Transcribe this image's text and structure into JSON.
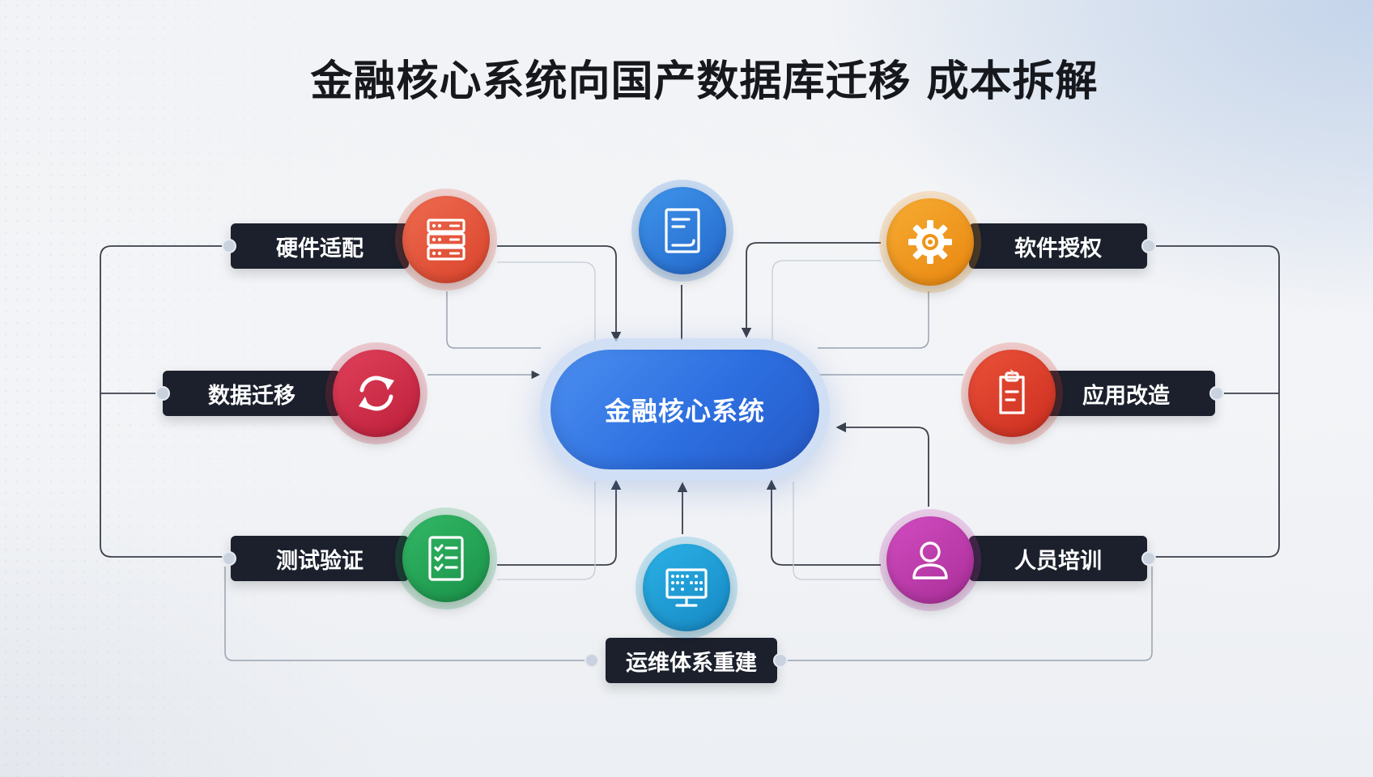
{
  "title": "金融核心系统向国产数据库迁移 成本拆解",
  "hub": {
    "label": "金融核心系统"
  },
  "nodes": {
    "hardware": {
      "label": "硬件适配",
      "icon": "server-rack-icon",
      "color": "#e4523a"
    },
    "document": {
      "label": "",
      "icon": "document-icon",
      "color": "#2f7fdc"
    },
    "license": {
      "label": "软件授权",
      "icon": "gear-icon",
      "color": "#f0981c"
    },
    "migration": {
      "label": "数据迁移",
      "icon": "sync-icon",
      "color": "#cf2a45"
    },
    "app": {
      "label": "应用改造",
      "icon": "clipboard-icon",
      "color": "#dd3c2c"
    },
    "testing": {
      "label": "测试验证",
      "icon": "checklist-icon",
      "color": "#23a455"
    },
    "monitor": {
      "label": "",
      "icon": "monitor-dashboard-icon",
      "color": "#1c9fd8"
    },
    "training": {
      "label": "人员培训",
      "icon": "person-icon",
      "color": "#c33cb0"
    },
    "ops": {
      "label": "运维体系重建"
    }
  }
}
